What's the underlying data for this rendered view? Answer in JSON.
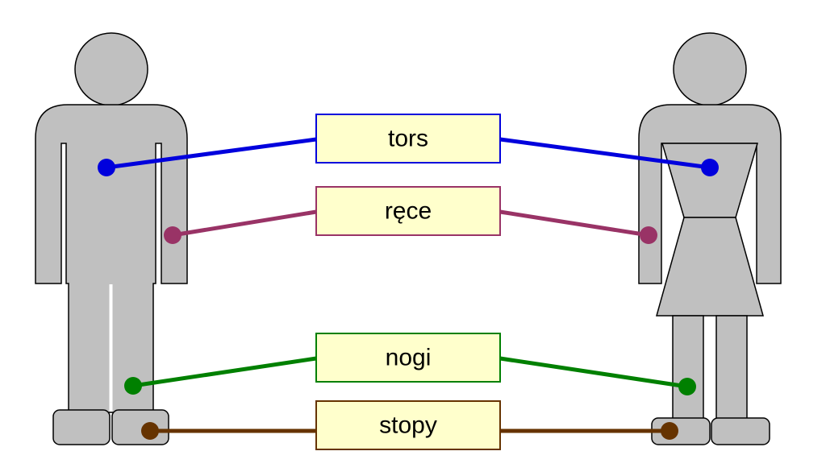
{
  "colors": {
    "figure_fill": "#c0c0c0",
    "label_fill": "#ffffcc"
  },
  "figures": [
    {
      "name": "male-figure",
      "icon": "man-icon"
    },
    {
      "name": "female-figure",
      "icon": "woman-icon"
    }
  ],
  "labels": [
    {
      "id": "torso",
      "text": "tors",
      "color": "#0000dd"
    },
    {
      "id": "arms",
      "text": "ręce",
      "color": "#993366"
    },
    {
      "id": "legs",
      "text": "nogi",
      "color": "#008000"
    },
    {
      "id": "feet",
      "text": "stopy",
      "color": "#663300"
    }
  ]
}
